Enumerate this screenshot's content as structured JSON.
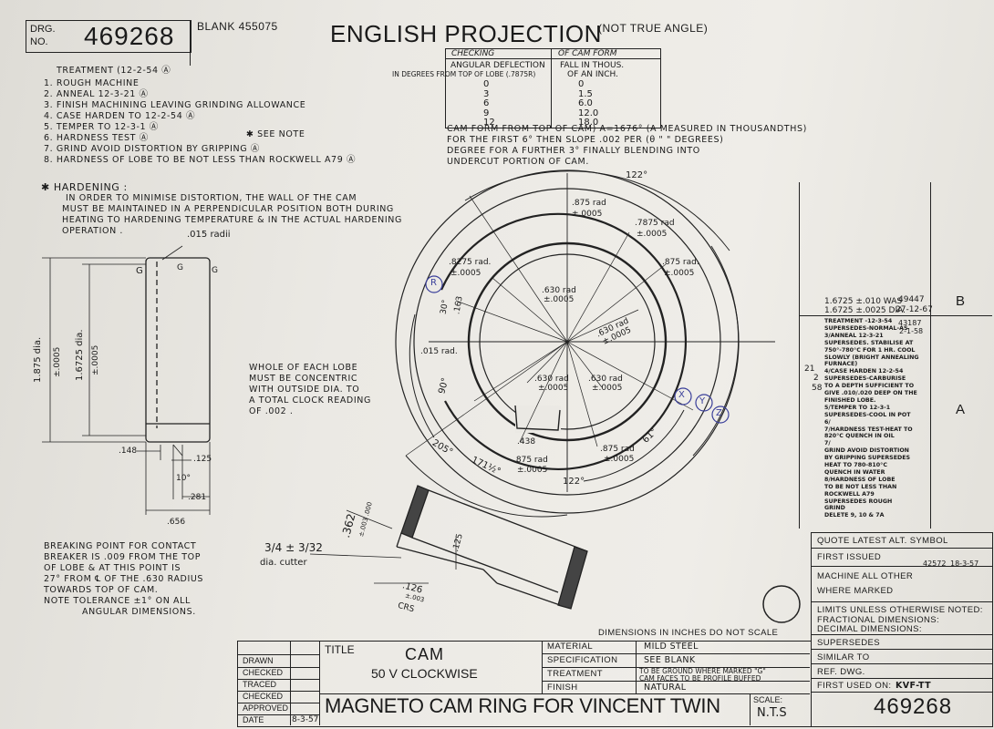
{
  "header": {
    "drg_label_1": "DRG.",
    "drg_label_2": "NO.",
    "drawing_number": "469268",
    "blank": "BLANK 455075",
    "projection": "ENGLISH PROJECTION",
    "projection_note": "(NOT TRUE ANGLE)"
  },
  "checking_table": {
    "headers": [
      "CHECKING",
      "OF CAM FORM"
    ],
    "subheader_left_1": "ANGULAR DEFLECTION",
    "subheader_left_2": "IN DEGREES FROM TOP OF LOBE (.7875R)",
    "subheader_right_1": "FALL IN THOUS.",
    "subheader_right_2": "OF AN INCH.",
    "rows": [
      {
        "deg": "0",
        "fall": "0"
      },
      {
        "deg": "3",
        "fall": "1.5"
      },
      {
        "deg": "6",
        "fall": "6.0"
      },
      {
        "deg": "9",
        "fall": "12.0"
      },
      {
        "deg": "12",
        "fall": "18.0"
      }
    ]
  },
  "cam_form_note": [
    "CAM FORM FROM TOP OF CAM)  A=1676° (A MEASURED IN THOUSANDTHS)",
    "FOR THE FIRST 6° THEN SLOPE .002 PER   (θ  \"  \"  DEGREES)",
    "DEGREE FOR A FURTHER 3° FINALLY BLENDING INTO",
    "UNDERCUT PORTION OF CAM."
  ],
  "treatment": {
    "title": "TREATMENT (12-2-54 Ⓐ",
    "items": [
      "1.  ROUGH MACHINE",
      "2.  ANNEAL 12-3-21 Ⓐ",
      "3.  FINISH MACHINING LEAVING GRINDING ALLOWANCE",
      "4.  CASE HARDEN TO 12-2-54 Ⓐ",
      "5.  TEMPER TO 12-3-1 Ⓐ",
      "6.  HARDNESS TEST Ⓐ",
      "7.  GRIND AVOID DISTORTION BY GRIPPING Ⓐ",
      "8.  HARDNESS OF LOBE TO BE NOT LESS THAN ROCKWELL A79 Ⓐ"
    ],
    "see_note": "✱ SEE NOTE"
  },
  "hardening": {
    "title": "✱ HARDENING :",
    "lines": [
      "IN ORDER TO MINIMISE DISTORTION, THE WALL OF THE CAM",
      "MUST BE MAINTAINED IN A PERPENDICULAR POSITION BOTH DURING",
      "HEATING TO HARDENING TEMPERATURE & IN THE ACTUAL HARDENING",
      "OPERATION ."
    ]
  },
  "side_view": {
    "radii": ".015 radii",
    "dia_outer": "1.875 dia.",
    "dia_outer_tol": "±.0005",
    "dia_inner": "1.6725 dia.",
    "dia_inner_tol": "±.0005",
    "g1": "G",
    "g2": "G",
    "g3": "G",
    "dim_148": ".148",
    "dim_125": ".125",
    "dim_10": "10°",
    "dim_281": ".281",
    "dim_656": ".656"
  },
  "breaking_note": [
    "BREAKING POINT FOR CONTACT",
    "BREAKER IS .009 FROM THE TOP",
    "OF LOBE & AT THIS POINT IS",
    "27° FROM ℄ OF THE .630 RADIUS",
    "TOWARDS TOP OF CAM.",
    "NOTE TOLERANCE ±1° ON ALL",
    "ANGULAR DIMENSIONS."
  ],
  "concentric_note": [
    "WHOLE OF EACH LOBE",
    "MUST BE CONCENTRIC",
    "WITH OUTSIDE DIA. TO",
    "A TOTAL CLOCK READING",
    "OF .002 ."
  ],
  "cam_view": {
    "angle_122_top": "122°",
    "r875_1": ".875 rad",
    "t1": "±.0005",
    "r7875": ".7875 rad",
    "t2": "±.0005",
    "r8275": ".8275 rad.",
    "t3": "±.0005",
    "r875_2": ".875 rad.",
    "t4": "±.0005",
    "r630_1": ".630 rad",
    "t5": "±.0005",
    "r630_2": ".630 rad",
    "t6": "±.0005",
    "r630_3": ".630 rad",
    "t7": "±.0005",
    "r630_4": ".630 rad",
    "t8": "±.0005",
    "r015": ".015 rad.",
    "dim_30": "30°",
    "dim_163": ".163",
    "dim_90": "90°",
    "dim_205": "205°",
    "dim_171": "171½°",
    "dim_122_bottom": "122°",
    "dim_61": "61°",
    "dim_438": ".438",
    "r875_3": ".875 rad",
    "t9": "±.0005",
    "r875_4": ".875 rad",
    "t10": "±.0005",
    "mark_r": "R",
    "mark_x": "X",
    "mark_y": "Y",
    "mark_z": "Z"
  },
  "section_view": {
    "dim_362": ".362",
    "dim_362_tol": "±.003 .000",
    "dim_125": ".125",
    "dim_126": ".126",
    "dim_126_tol": "±.003",
    "crs": "CRS",
    "cutter": "3/4 ± 3/32",
    "cutter_label": "dia. cutter"
  },
  "revisions": {
    "rev_b_1": "1.6725 ±.010 WAS",
    "rev_b_2": "1.6725 ±.0025 DIA.",
    "rev_b_no": "49447",
    "rev_b_date": "27-12-67",
    "rev_b_letter": "B",
    "rev_a_no": "43187",
    "rev_a_date": "2-1-58",
    "rev_a_letter": "A",
    "side_nums": [
      "21",
      "2",
      "58"
    ],
    "rev_a_lines": [
      "TREATMENT -12-3-54",
      "SUPERSEDES-NORMAL-AS",
      "3/ANNEAL 12-3-21",
      "SUPERSEDES. STABILISE AT",
      "750°-780°C FOR 1 HR. COOL",
      "SLOWLY (BRIGHT ANNEALING",
      "FURNACE)",
      "4/CASE HARDEN 12-2-54",
      "SUPERSEDES-CARBURISE",
      "TO A DEPTH SUFFICIENT TO",
      "GIVE .010/.020 DEEP ON THE",
      "FINISHED LOBE.",
      "5/TEMPER TO 12-3-1",
      "SUPERSEDES-COOL IN POT",
      "6/",
      "7/HARDNESS TEST-HEAT TO",
      "820°C QUENCH IN OIL",
      "7/",
      "GRIND AVOID DISTORTION",
      "BY GRIPPING SUPERSEDES",
      "HEAT TO 780-810°C",
      "QUENCH IN WATER",
      "8/HARDNESS OF LOBE",
      "TO BE NOT LESS THAN",
      "ROCKWELL A79",
      "SUPERSEDES ROUGH",
      "GRIND",
      "DELETE 9, 10 & 7A"
    ]
  },
  "right_block": {
    "quote": "QUOTE LATEST ALT. SYMBOL",
    "first_issued": "FIRST ISSUED",
    "first_issued_no": "42572",
    "first_issued_date": "18-3-57",
    "machine_all_1": "MACHINE ALL OTHER",
    "machine_all_2": "WHERE MARKED",
    "limits_1": "LIMITS UNLESS OTHERWISE NOTED:",
    "limits_2": "FRACTIONAL DIMENSIONS:",
    "limits_3": "DECIMAL DIMENSIONS:",
    "supersedes": "SUPERSEDES",
    "similar_to": "SIMILAR TO",
    "ref_dwg": "REF. DWG.",
    "first_used_on": "FIRST USED ON:",
    "first_used_val": "KVF-TT",
    "drawing_number": "469268"
  },
  "title_block": {
    "dimensions_note": "DIMENSIONS IN INCHES DO NOT SCALE",
    "drawn": "DRAWN",
    "checked_1": "CHECKED",
    "traced": "TRACED",
    "checked_2": "CHECKED",
    "approved": "APPROVED",
    "date_label": "DATE",
    "date": "8-3-57",
    "title_label": "TITLE",
    "title": "CAM",
    "subtitle": "50 V   CLOCKWISE",
    "material_label": "MATERIAL",
    "material": "MILD STEEL",
    "spec_label": "SPECIFICATION",
    "spec": "SEE BLANK",
    "treatment_label": "TREATMENT",
    "treatment_1": "TO BE GROUND WHERE MARKED \"G\"",
    "treatment_2": "CAM FACES TO BE PROFILE BUFFED",
    "finish_label": "FINISH",
    "finish": "NATURAL",
    "main_title": "MAGNETO CAM RING FOR VINCENT TWIN",
    "scale_label": "SCALE:",
    "scale": "N.T.S"
  }
}
